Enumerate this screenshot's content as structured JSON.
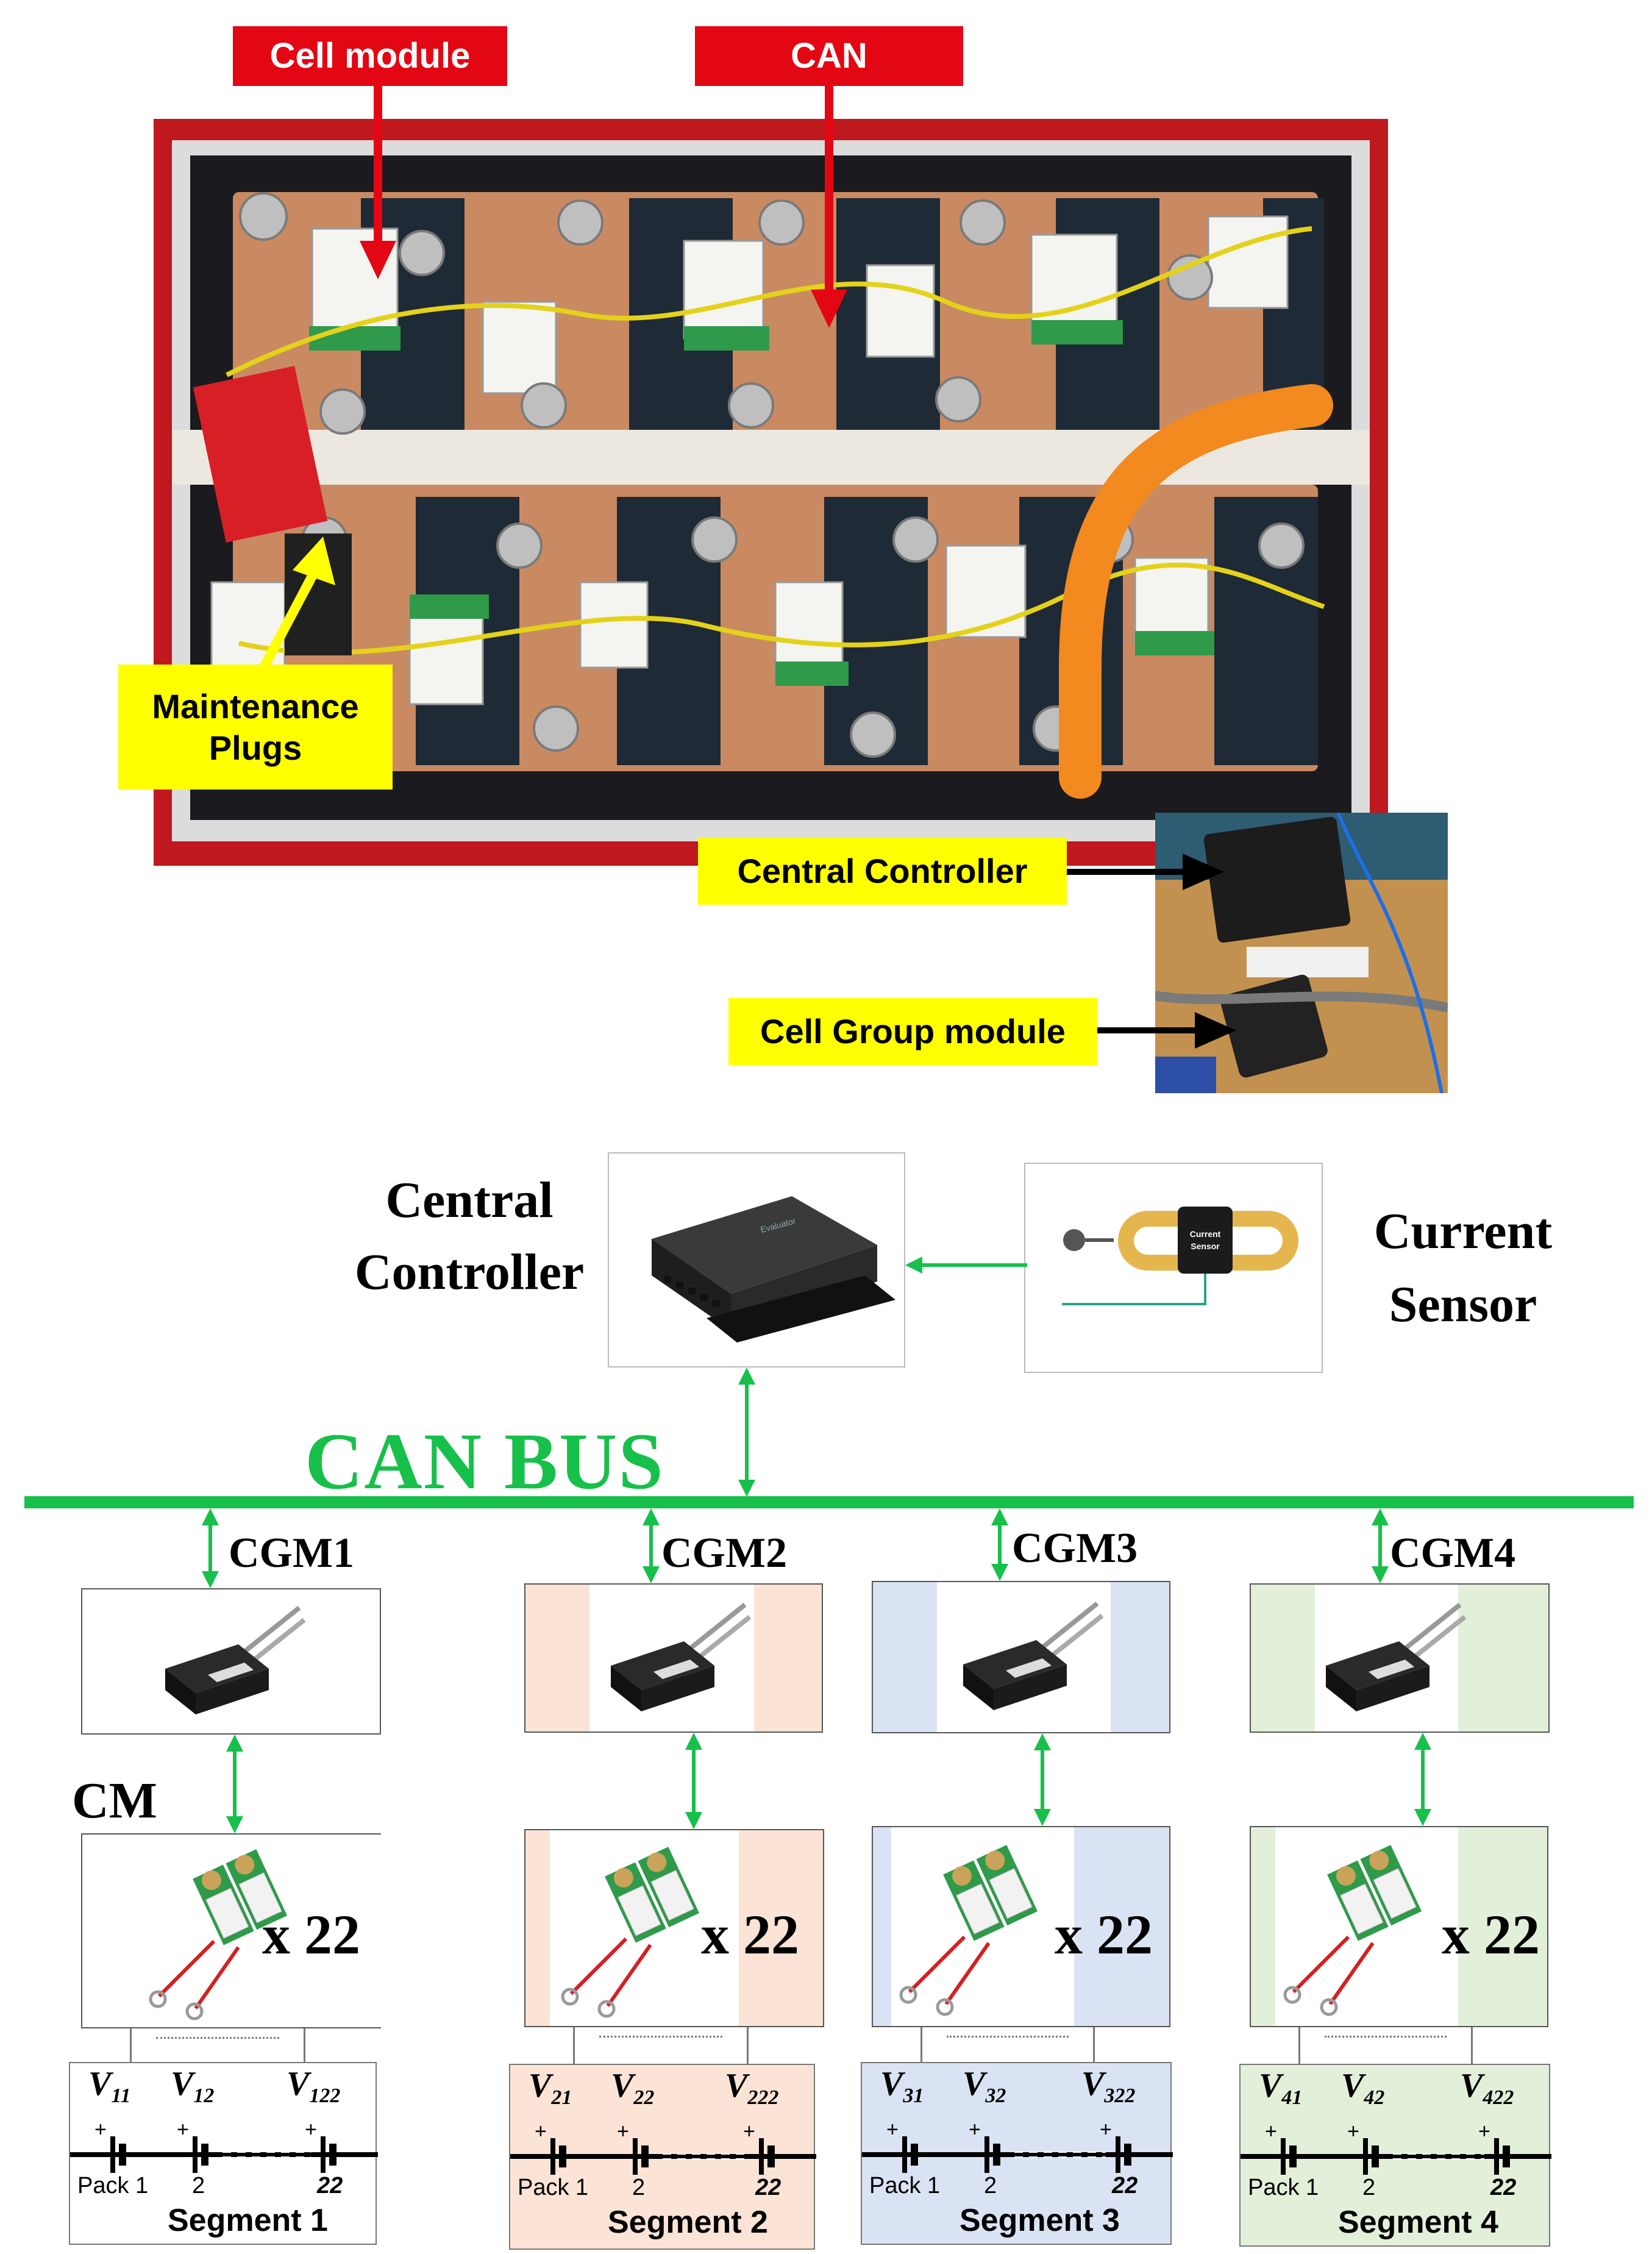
{
  "photo_labels": {
    "cell_module": "Cell module",
    "can": "CAN",
    "maintenance_plugs_line1": "Maintenance",
    "maintenance_plugs_line2": "Plugs",
    "central_controller": "Central Controller",
    "cell_group_module": "Cell Group module"
  },
  "diagram": {
    "central_controller_line1": "Central",
    "central_controller_line2": "Controller",
    "current_sensor_line1": "Current",
    "current_sensor_line2": "Sensor",
    "current_sensor_chip_line1": "Current",
    "current_sensor_chip_line2": "Sensor",
    "can_bus": "CAN BUS",
    "cm": "CM",
    "bus_color": "#17c04a"
  },
  "groups": [
    {
      "cgm": "CGM1",
      "mult": "x 22",
      "v1": "V",
      "v1_sub": "11",
      "v2": "V",
      "v2_sub": "12",
      "v3": "V",
      "v3_sub": "122",
      "pack": "Pack 1",
      "n2": "2",
      "n22": "22",
      "segment": "Segment 1",
      "tint": "#ffffff"
    },
    {
      "cgm": "CGM2",
      "mult": "x 22",
      "v1": "V",
      "v1_sub": "21",
      "v2": "V",
      "v2_sub": "22",
      "v3": "V",
      "v3_sub": "222",
      "pack": "Pack 1",
      "n2": "2",
      "n22": "22",
      "segment": "Segment 2",
      "tint": "#fbe4d5"
    },
    {
      "cgm": "CGM3",
      "mult": "x 22",
      "v1": "V",
      "v1_sub": "31",
      "v2": "V",
      "v2_sub": "32",
      "v3": "V",
      "v3_sub": "322",
      "pack": "Pack 1",
      "n2": "2",
      "n22": "22",
      "segment": "Segment 3",
      "tint": "#dae3f3"
    },
    {
      "cgm": "CGM4",
      "mult": "x 22",
      "v1": "V",
      "v1_sub": "41",
      "v2": "V",
      "v2_sub": "42",
      "v3": "V",
      "v3_sub": "422",
      "pack": "Pack 1",
      "n2": "2",
      "n22": "22",
      "segment": "Segment 4",
      "tint": "#e2f0d9"
    }
  ],
  "icons": [
    "battery-pack-photo",
    "controller-photo",
    "current-sensor-icon",
    "cgm-module-icon",
    "cell-module-icon",
    "battery-cell-symbol"
  ]
}
